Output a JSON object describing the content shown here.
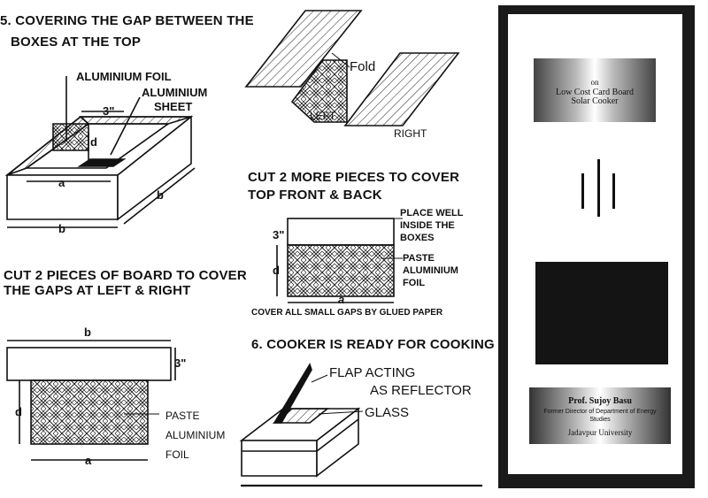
{
  "step5": {
    "title_line1": "5. COVERING THE GAP BETWEEN THE",
    "title_line2": "BOXES AT THE TOP",
    "foil_label": "ALUMINIUM FOIL",
    "sheet_label_line1": "ALUMINIUM",
    "sheet_label_line2": "SHEET",
    "dim_3": "3\"",
    "dim_d": "d",
    "dim_a": "a",
    "dim_b": "b",
    "dim_b2": "b"
  },
  "fold": {
    "fold_label": "Fold",
    "left_label": "LEFT",
    "right_label": "RIGHT"
  },
  "leftright": {
    "title_line1": "CUT 2 PIECES OF BOARD TO COVER",
    "title_line2": "THE GAPS AT LEFT & RIGHT",
    "dim_b": "b",
    "dim_3": "3\"",
    "dim_d": "d",
    "dim_a": "a",
    "paste_line1": "PASTE",
    "paste_line2": "ALUMINIUM",
    "paste_line3": "FOIL"
  },
  "frontback": {
    "title_line1": "CUT 2 MORE PIECES TO COVER",
    "title_line2": "TOP FRONT & BACK",
    "place_line1": "PLACE WELL",
    "place_line2": "INSIDE THE",
    "place_line3": "BOXES",
    "paste_line1": "PASTE",
    "paste_line2": "ALUMINIUM",
    "paste_line3": "FOIL",
    "dim_3": "3\"",
    "dim_d": "d",
    "dim_a": "a",
    "gaps_note": "COVER ALL SMALL GAPS BY GLUED PAPER"
  },
  "step6": {
    "title": "6. COOKER IS READY FOR COOKING",
    "flap_line1": "FLAP ACTING",
    "flap_line2": "AS REFLECTOR",
    "glass": "GLASS"
  },
  "cover": {
    "on": "on",
    "title_line1": "Low Cost Card Board",
    "title_line2": "Solar Cooker",
    "author": "Prof. Sujoy Basu",
    "role_line1": "Former Director of Department of Energy",
    "role_line2": "Studies",
    "university": "Jadavpur University"
  }
}
